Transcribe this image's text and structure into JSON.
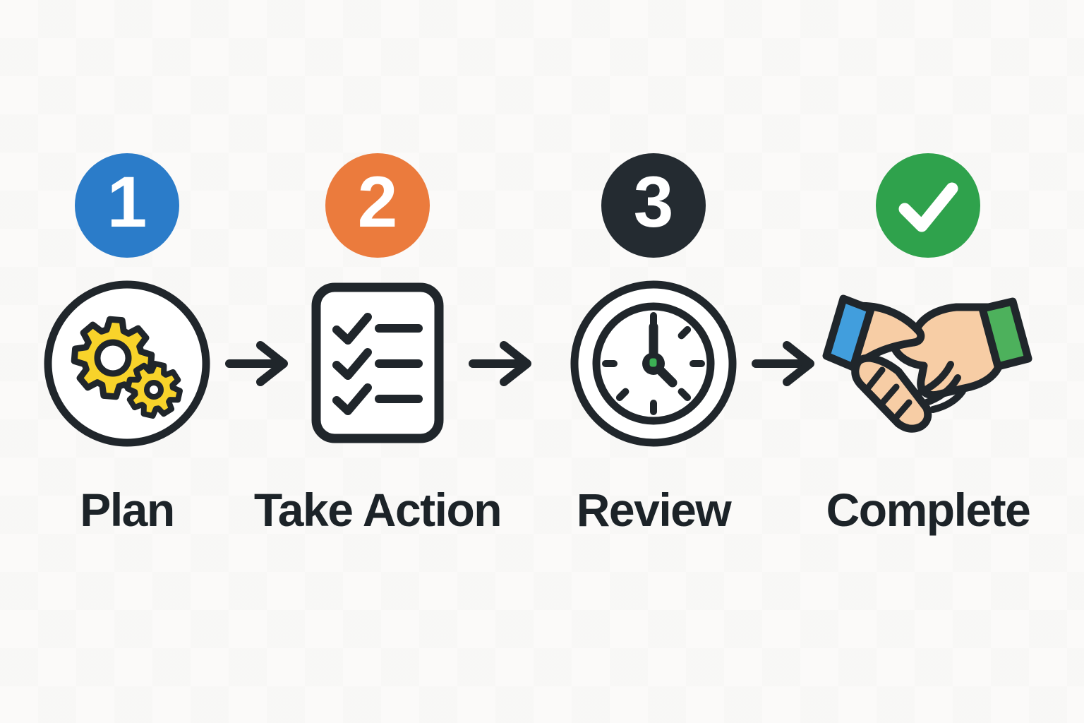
{
  "diagram": {
    "type": "process-flow",
    "background_color": "#fbfaf9",
    "arrow_color": "#20262b",
    "colors": {
      "bg": "#fbfaf9",
      "outline": "#20262b",
      "arrow": "#20262b",
      "label-text": "#1c2328",
      "badge-number": "#ffffff",
      "gear-yellow": "#f8d32a",
      "skin": "#f7cda5",
      "cuff-blue": "#419edd",
      "cuff-green": "#4db15c",
      "clock-dot-green": "#3cb054"
    },
    "steps": [
      {
        "number": "1",
        "label": "Plan",
        "badge_color": "#2b7cc9",
        "icon": "gears-icon"
      },
      {
        "number": "2",
        "label": "Take Action",
        "badge_color": "#eb7b3d",
        "icon": "checklist-icon"
      },
      {
        "number": "3",
        "label": "Review",
        "badge_color": "#242b31",
        "icon": "clock-icon"
      },
      {
        "number": "",
        "label": "Complete",
        "badge_color": "#2fa24c",
        "icon": "handshake-icon",
        "badge_symbol": "checkmark"
      }
    ]
  }
}
